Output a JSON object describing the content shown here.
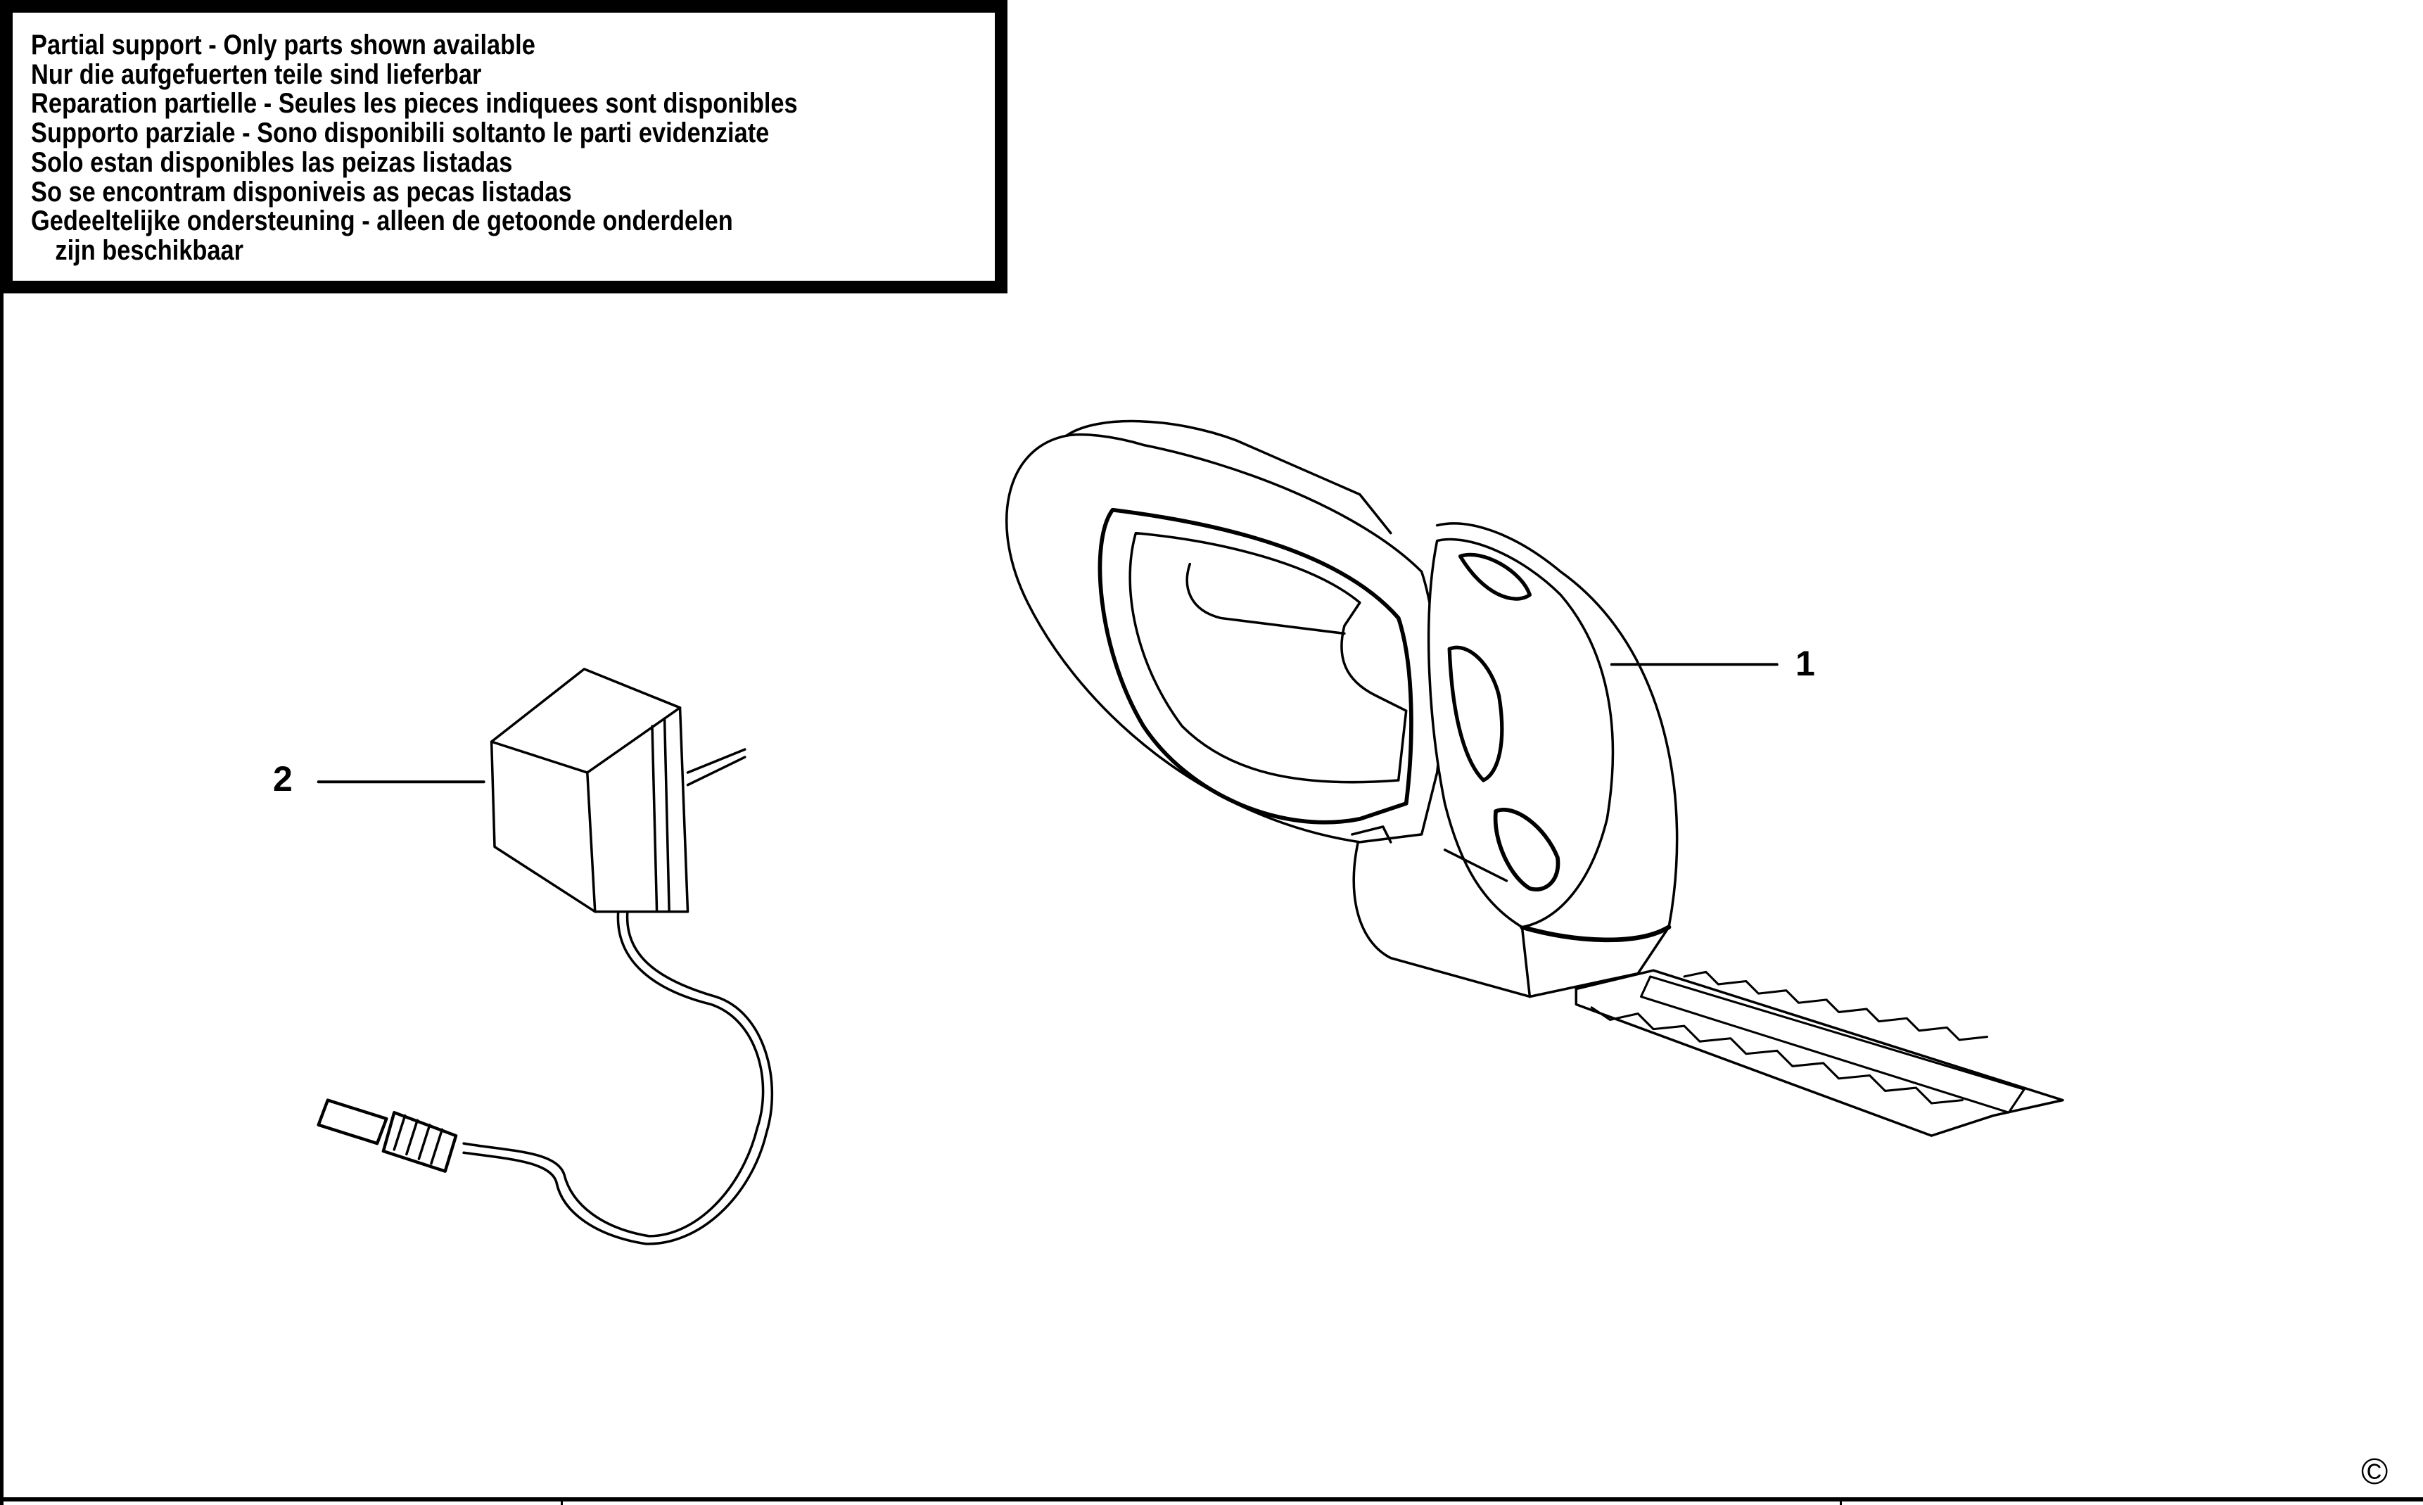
{
  "notice": {
    "lines": [
      "Partial support - Only parts shown available",
      "Nur die aufgefuerten teile sind lieferbar",
      "Reparation partielle - Seules les pieces indiquees sont disponibles",
      "Supporto parziale - Sono disponibili soltanto le parti evidenziate",
      "Solo estan disponibles las peizas listadas",
      "So se encontram disponiveis as pecas listadas",
      "Gedeeltelijke ondersteuning - alleen de getoonde onderdelen",
      "zijn beschikbaar"
    ]
  },
  "callouts": {
    "part1": "1",
    "part2": "2"
  },
  "footer": {
    "copyright": "©"
  }
}
